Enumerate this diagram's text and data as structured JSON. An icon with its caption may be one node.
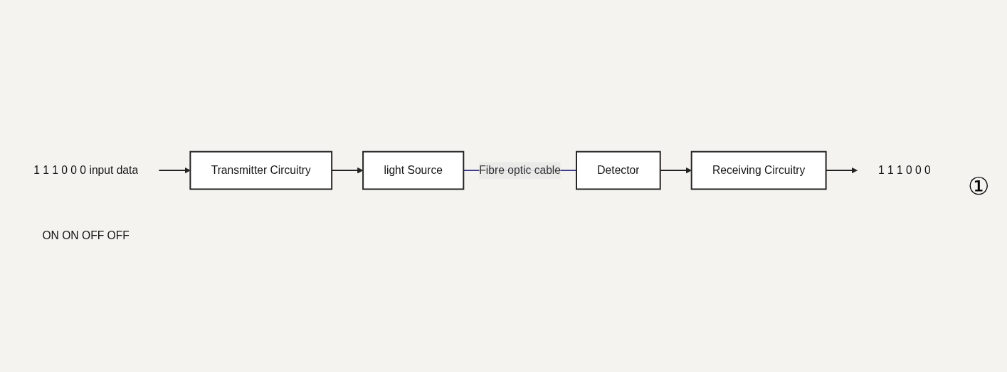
{
  "diagram": {
    "nodes": [
      {
        "text": [],
        "shape": "picture",
        "beside": [
          "1",
          "1",
          "1",
          "0",
          "0",
          "0",
          "input data"
        ]
      },
      {
        "text": [
          "Transmitter Circuitry"
        ]
      },
      {
        "text": [
          "light Source"
        ]
      },
      {
        "text": [],
        "shape": "picture",
        "beside": [
          "ON",
          "ON",
          "OFF",
          "OFF"
        ]
      },
      {
        "text": [
          "Detector"
        ]
      },
      {
        "text": [
          "Receiving Circuitry"
        ]
      },
      {
        "text": [],
        "shape": "picture",
        "beside": [
          "1",
          "1",
          "1",
          "0",
          "0",
          "0"
        ]
      }
    ],
    "edges": [
      {
        "from": 0,
        "to": 1,
        "arrow": "to"
      },
      {
        "from": 1,
        "to": 2,
        "arrow": "to"
      },
      {
        "from": 2,
        "to": 4,
        "arrow": "none",
        "label": "Fibre optic cable",
        "color": "#403c8c"
      },
      {
        "from": 4,
        "to": 5,
        "arrow": "to"
      },
      {
        "from": 5,
        "to": 6,
        "arrow": "to"
      }
    ],
    "labels": [
      "①"
    ]
  }
}
